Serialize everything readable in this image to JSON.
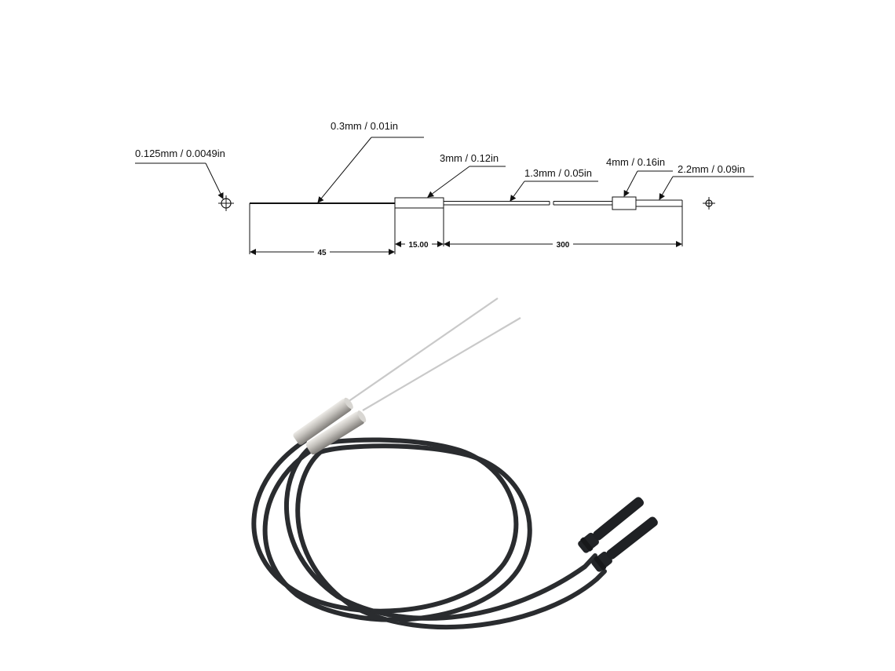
{
  "diagram": {
    "callouts": {
      "core_diameter": "0.125mm / 0.0049in",
      "probe_diameter": "0.3mm / 0.01in",
      "sleeve_diameter": "3mm / 0.12in",
      "fiber_diameter": "1.3mm / 0.05in",
      "connector_diameter": "4mm / 0.16in",
      "end_diameter": "2.2mm / 0.09in"
    },
    "dimensions": {
      "probe_length": "45",
      "sleeve_length": "15.00",
      "cable_length": "300"
    }
  },
  "photo": {
    "cable_color": "#2a2c2f",
    "sleeve_color": "#b9b6b1",
    "probe_color": "#c9c9c9"
  }
}
